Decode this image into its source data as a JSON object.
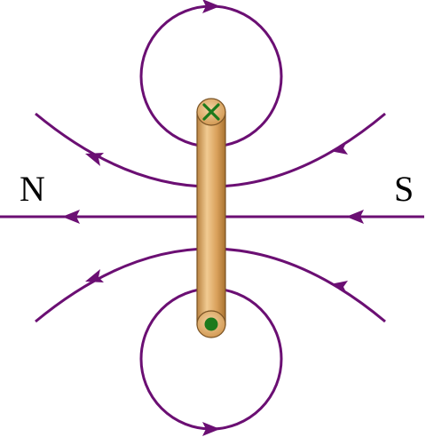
{
  "labels": {
    "north": "N",
    "south": "S"
  },
  "current_symbols": {
    "top": "into-page-cross",
    "bottom": "out-of-page-dot"
  },
  "colors": {
    "field_line": "#6b0f73",
    "rod_fill": "#d9a05b",
    "rod_highlight": "#f0c98e",
    "rod_shadow": "#b07a3c",
    "symbol": "#1c7a1c",
    "label": "#000000"
  }
}
